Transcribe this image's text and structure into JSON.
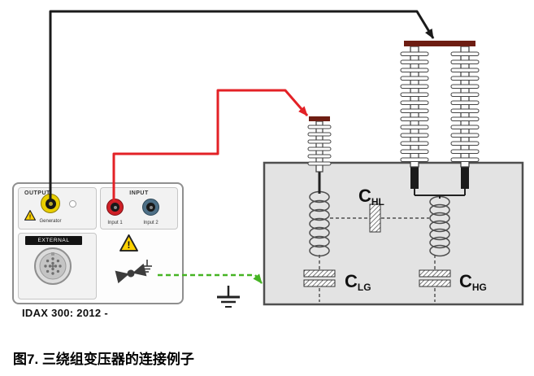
{
  "figure": {
    "caption": "图7. 三绕组变压器的连接例子"
  },
  "instrument": {
    "model": "IDAX 300: 2012 -",
    "output_section": {
      "label": "OUTPUT",
      "generator_label": "Generator"
    },
    "input_section": {
      "label": "INPUT",
      "input1_label": "Input 1",
      "input2_label": "Input 2"
    },
    "external_section": {
      "label": "EXTERNAL"
    }
  },
  "transformer": {
    "cap_hl": {
      "symbol": "C",
      "sub": "HL"
    },
    "cap_lg": {
      "symbol": "C",
      "sub": "LG"
    },
    "cap_hg": {
      "symbol": "C",
      "sub": "HG"
    }
  },
  "colors": {
    "cable_black": "#1a1a1a",
    "cable_red": "#e32126",
    "ground_green": "#46b424",
    "tank_fill": "#e3e3e3",
    "tank_stroke": "#4f4f4f",
    "connector_yellow": "#e9ce00",
    "connector_red": "#ce2027",
    "connector_blue": "#4e7087",
    "warning_yellow": "#ffd200",
    "bushing_terminal": "#6e1d12"
  }
}
